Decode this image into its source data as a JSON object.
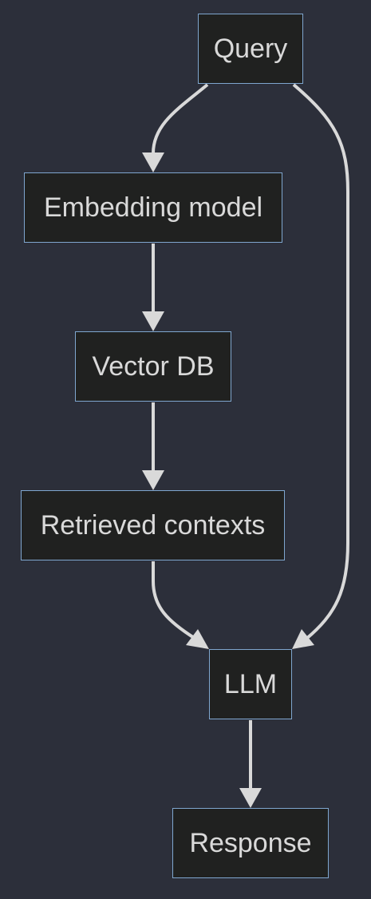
{
  "diagram": {
    "nodes": [
      {
        "id": "query",
        "label": "Query"
      },
      {
        "id": "embed",
        "label": "Embedding model"
      },
      {
        "id": "vector",
        "label": "Vector DB"
      },
      {
        "id": "retrieved",
        "label": "Retrieved contexts"
      },
      {
        "id": "llm",
        "label": "LLM"
      },
      {
        "id": "response",
        "label": "Response"
      }
    ],
    "edges": [
      {
        "from": "query",
        "to": "embed"
      },
      {
        "from": "embed",
        "to": "vector"
      },
      {
        "from": "vector",
        "to": "retrieved"
      },
      {
        "from": "retrieved",
        "to": "llm"
      },
      {
        "from": "query",
        "to": "llm"
      },
      {
        "from": "llm",
        "to": "response"
      }
    ],
    "colors": {
      "background": "#2c2f3a",
      "node_fill": "#202120",
      "node_border": "#7fa6cf",
      "text": "#d9d9d9",
      "edge": "#d9d9d9"
    }
  }
}
